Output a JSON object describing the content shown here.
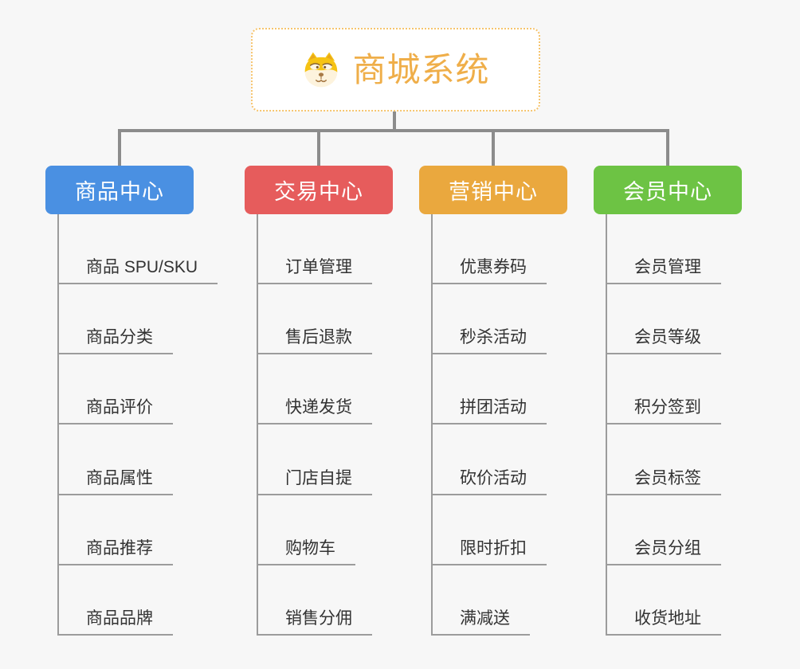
{
  "root": {
    "title": "商城系统",
    "icon": "dog-icon"
  },
  "colors": {
    "background": "#f7f7f7",
    "connector": "#8c8c8c",
    "branch_line": "#9c9c9c",
    "item_text": "#333333",
    "root_title": "#efae49",
    "root_border": "#f6c46d"
  },
  "columns": [
    {
      "label": "商品中心",
      "color": "#4a90e2",
      "items": [
        "商品 SPU/SKU",
        "商品分类",
        "商品评价",
        "商品属性",
        "商品推荐",
        "商品品牌"
      ]
    },
    {
      "label": "交易中心",
      "color": "#e65c5c",
      "items": [
        "订单管理",
        "售后退款",
        "快递发货",
        "门店自提",
        "购物车",
        "销售分佣"
      ]
    },
    {
      "label": "营销中心",
      "color": "#eaa83e",
      "items": [
        "优惠券码",
        "秒杀活动",
        "拼团活动",
        "砍价活动",
        "限时折扣",
        "满减送"
      ]
    },
    {
      "label": "会员中心",
      "color": "#6dc344",
      "items": [
        "会员管理",
        "会员等级",
        "积分签到",
        "会员标签",
        "会员分组",
        "收货地址"
      ]
    }
  ]
}
